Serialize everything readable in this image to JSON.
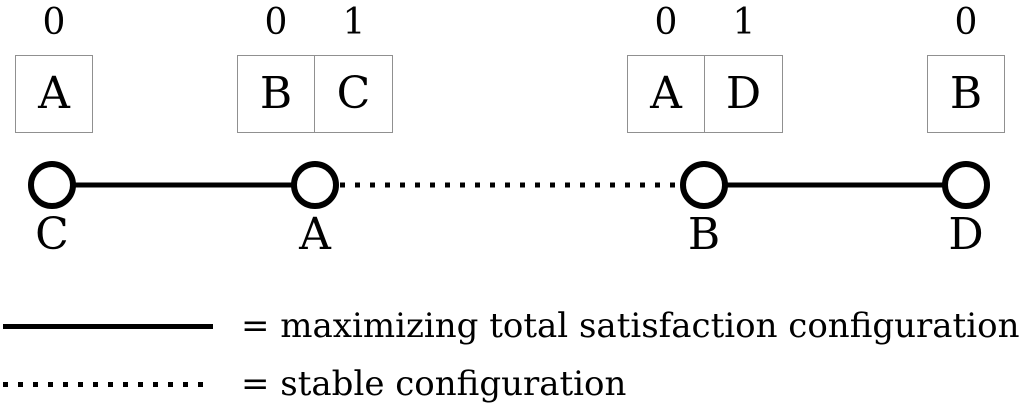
{
  "diagram": {
    "houses": [
      {
        "values": [
          "0"
        ],
        "occupants": [
          "A"
        ]
      },
      {
        "values": [
          "0",
          "1"
        ],
        "occupants": [
          "B",
          "C"
        ]
      },
      {
        "values": [
          "0",
          "1"
        ],
        "occupants": [
          "A",
          "D"
        ]
      },
      {
        "values": [
          "0"
        ],
        "occupants": [
          "B"
        ]
      }
    ],
    "nodes": [
      "C",
      "A",
      "B",
      "D"
    ],
    "edges": [
      {
        "from": "C",
        "to": "A",
        "style": "solid"
      },
      {
        "from": "A",
        "to": "B",
        "style": "dotted"
      },
      {
        "from": "B",
        "to": "D",
        "style": "solid"
      }
    ],
    "line_color": "#000000",
    "box_border_color": "#909090"
  },
  "legend": {
    "items": [
      {
        "sample": "solid",
        "label": "= maximizing total satisfaction configuration"
      },
      {
        "sample": "dotted",
        "label": "= stable configuration"
      }
    ]
  }
}
